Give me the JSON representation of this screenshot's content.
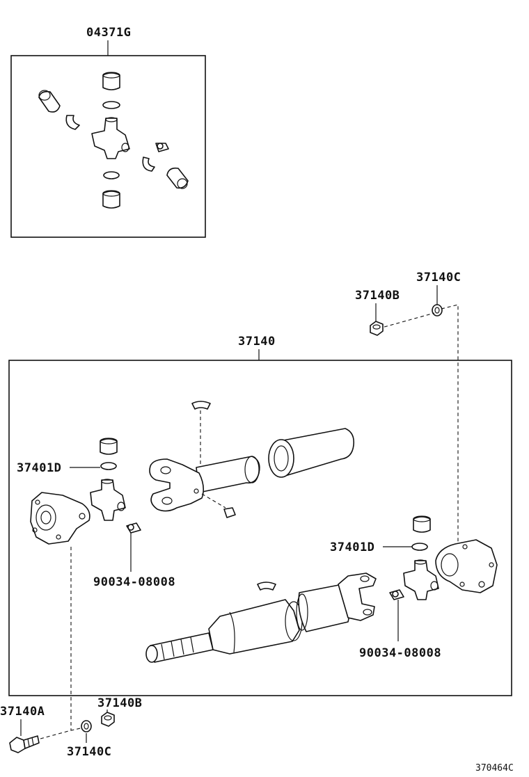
{
  "diagram": {
    "labels": {
      "kit": "04371G",
      "shaft": "37140",
      "bolt_a": "37140A",
      "nut_b_top": "37140B",
      "washer_c_top": "37140C",
      "nut_b_bottom": "37140B",
      "washer_c_bottom": "37140C",
      "snap_ring_front": "37401D",
      "snap_ring_rear": "37401D",
      "grease_fitting_front": "90034-08008",
      "grease_fitting_rear": "90034-08008"
    },
    "drawing_code": "370464C"
  }
}
